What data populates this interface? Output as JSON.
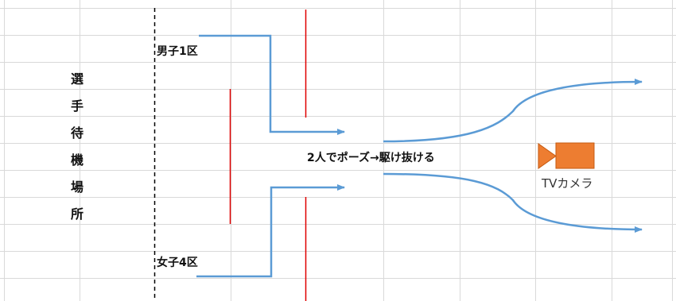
{
  "waiting_area": [
    "選",
    "手",
    "待",
    "機",
    "場",
    "所"
  ],
  "men_label": "男子1区",
  "women_label": "女子4区",
  "center_caption": "2人でポーズ→駆け抜ける",
  "camera_label": "TVカメラ",
  "colors": {
    "grid": "#d9d9d9",
    "arrow": "#5b9bd5",
    "red_line": "#e00000",
    "dashed": "#000000",
    "camera": "#ed7d31"
  },
  "icons": {
    "camera": "video-camera-icon"
  }
}
